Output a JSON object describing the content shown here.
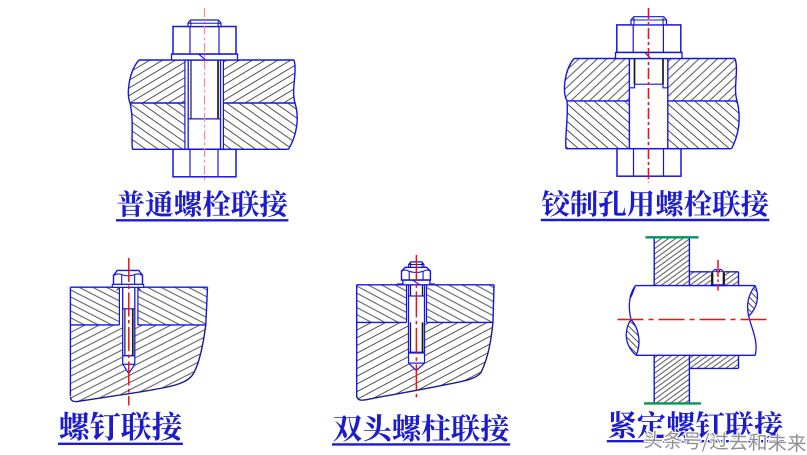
{
  "figure": {
    "type": "engineering-sectional-diagrams",
    "background": "#ffffff",
    "description": "Five sectional CAD drawings of threaded fastener joints with Chinese captions"
  },
  "colors": {
    "outline_blue": "#1414e8",
    "caption_blue": "#1c1ccd",
    "hatch_gray": "#404040",
    "centerline_red": "#ee1111",
    "centerline_red_light": "#ff8a8a",
    "section_mark_green": "#00965a",
    "watermark_gray": "#8f8f8f"
  },
  "captions": [
    {
      "id": "ordinary-bolt-joint",
      "text": "普通螺栓联接"
    },
    {
      "id": "reamed-hole-bolt-joint",
      "text": "铰制孔用螺栓联接"
    },
    {
      "id": "cap-screw-joint",
      "text": "螺钉联接"
    },
    {
      "id": "stud-joint",
      "text": "双头螺柱联接"
    },
    {
      "id": "set-screw-joint",
      "text": "紧定螺钉联接"
    }
  ],
  "watermark": {
    "text": "头条号/过去和未来"
  }
}
